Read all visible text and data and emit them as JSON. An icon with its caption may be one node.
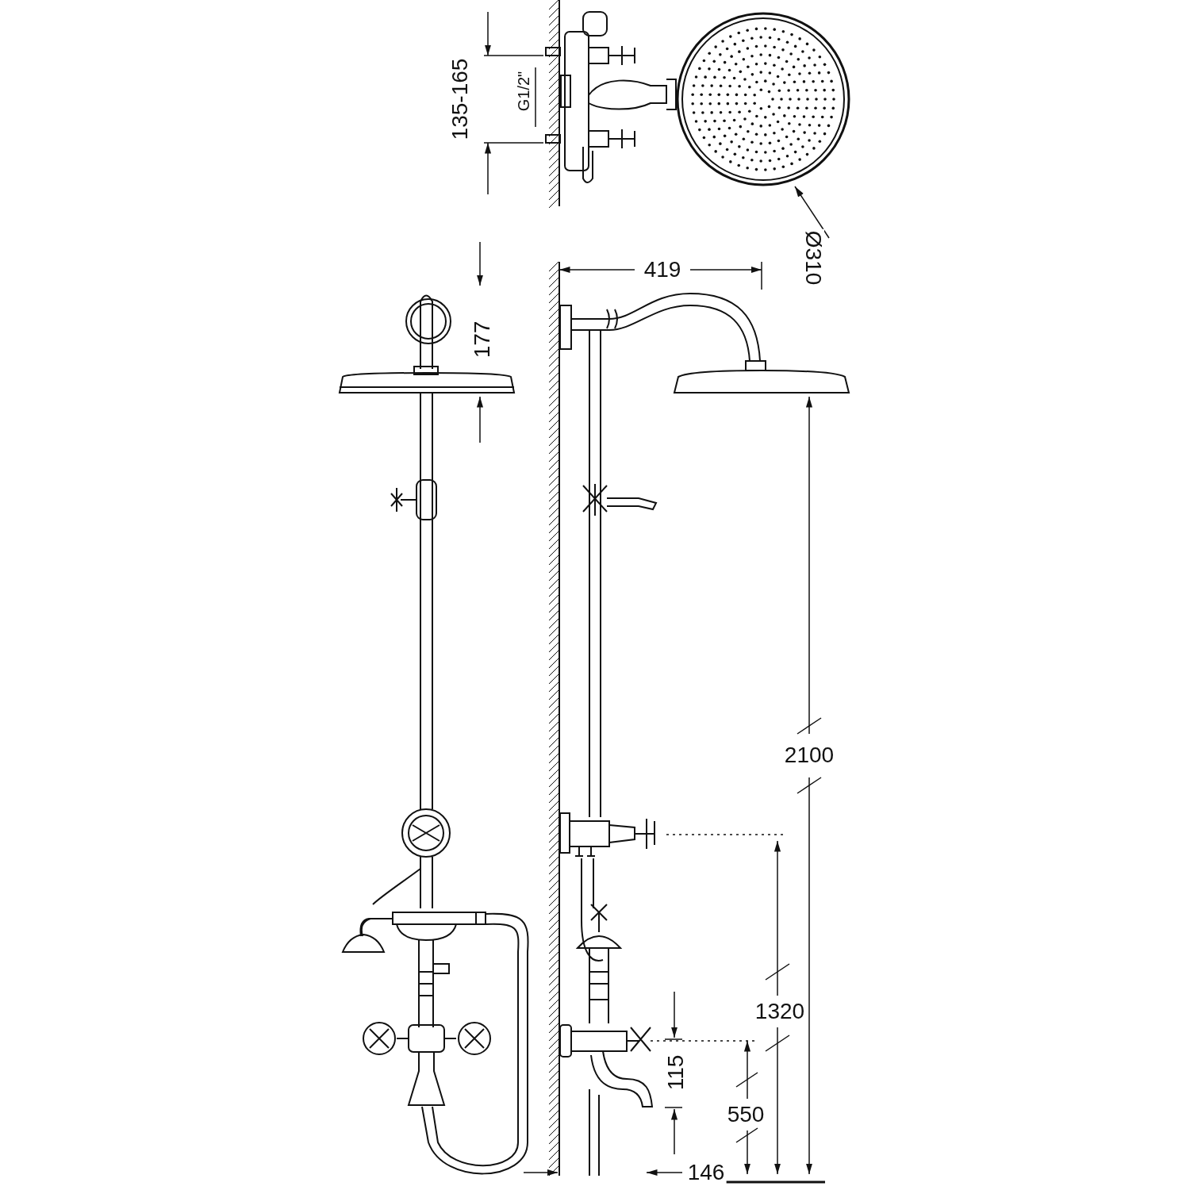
{
  "diagram": {
    "labels": [
      "135-165",
      "G1/2\"",
      "Ø310",
      "419",
      "177",
      "2100",
      "1320",
      "115",
      "550",
      "146"
    ]
  }
}
